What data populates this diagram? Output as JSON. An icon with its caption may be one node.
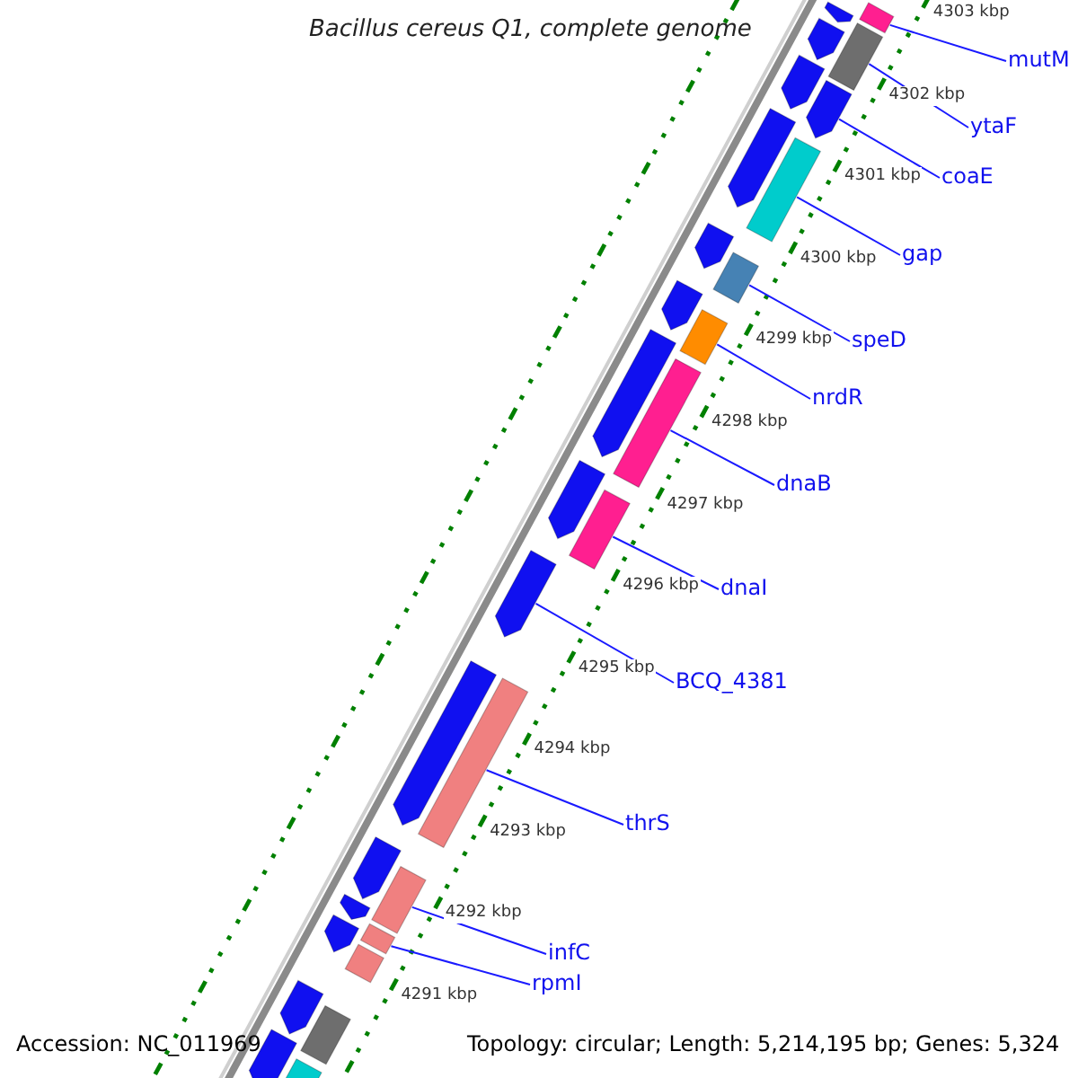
{
  "diagram": {
    "title": "Bacillus cereus Q1, complete genome",
    "nodes": [
      {
        "text": [
          "mutM"
        ]
      },
      {
        "text": [],
        "shape": "bar"
      },
      {
        "text": [
          "ytaF"
        ]
      },
      {
        "text": [],
        "shape": "bar"
      },
      {
        "text": [
          "coaE"
        ]
      },
      {
        "text": [],
        "shape": "arrow"
      },
      {
        "text": [
          "gap"
        ]
      },
      {
        "text": [],
        "shape": "bar"
      },
      {
        "text": [
          "speD"
        ]
      },
      {
        "text": [],
        "shape": "bar"
      },
      {
        "text": [
          "nrdR"
        ]
      },
      {
        "text": [],
        "shape": "bar"
      },
      {
        "text": [
          "dnaB"
        ]
      },
      {
        "text": [],
        "shape": "bar"
      },
      {
        "text": [
          "dnaI"
        ]
      },
      {
        "text": [],
        "shape": "bar"
      },
      {
        "text": [
          "BCQ_4381"
        ]
      },
      {
        "text": [],
        "shape": "arrow"
      },
      {
        "text": [
          "thrS"
        ]
      },
      {
        "text": [],
        "shape": "bar"
      },
      {
        "text": [
          "infC"
        ]
      },
      {
        "text": [],
        "shape": "bar"
      },
      {
        "text": [
          "rpmI"
        ]
      },
      {
        "text": [],
        "shape": "bar"
      },
      {
        "text": [],
        "shape": "arrow"
      },
      {
        "text": [],
        "shape": "arrow"
      },
      {
        "text": [],
        "shape": "arrow"
      },
      {
        "text": [],
        "shape": "arrow"
      },
      {
        "text": [],
        "shape": "arrow"
      },
      {
        "text": [],
        "shape": "arrow"
      },
      {
        "text": [],
        "shape": "arrow"
      },
      {
        "text": [],
        "shape": "arrow"
      },
      {
        "text": [],
        "shape": "arrow"
      },
      {
        "text": [],
        "shape": "arrow"
      },
      {
        "text": [],
        "shape": "arrow"
      },
      {
        "text": [],
        "shape": "arrow"
      },
      {
        "text": [],
        "shape": "bar"
      },
      {
        "text": [],
        "shape": "arrow"
      },
      {
        "text": [],
        "shape": "bar"
      },
      {
        "text": [],
        "shape": "arrow"
      },
      {
        "text": [],
        "shape": "bar"
      }
    ],
    "edges": [
      {
        "from": 0,
        "to": 1,
        "arrow": "none"
      },
      {
        "from": 2,
        "to": 3,
        "arrow": "none"
      },
      {
        "from": 4,
        "to": 5,
        "arrow": "none"
      },
      {
        "from": 6,
        "to": 7,
        "arrow": "none"
      },
      {
        "from": 8,
        "to": 9,
        "arrow": "none"
      },
      {
        "from": 10,
        "to": 11,
        "arrow": "none"
      },
      {
        "from": 12,
        "to": 13,
        "arrow": "none"
      },
      {
        "from": 14,
        "to": 15,
        "arrow": "none"
      },
      {
        "from": 16,
        "to": 17,
        "arrow": "none"
      },
      {
        "from": 18,
        "to": 19,
        "arrow": "none"
      },
      {
        "from": 20,
        "to": 21,
        "arrow": "none"
      },
      {
        "from": 22,
        "to": 23,
        "arrow": "none"
      }
    ],
    "labels": [
      "4303 kbp",
      "4302 kbp",
      "4301 kbp",
      "4300 kbp",
      "4299 kbp",
      "4298 kbp",
      "4297 kbp",
      "4296 kbp",
      "4295 kbp",
      "4294 kbp",
      "4293 kbp",
      "4292 kbp",
      "4291 kbp",
      "Accession: NC_011969",
      "Topology: circular; Length: 5,214,195 bp; Genes: 5,324"
    ]
  }
}
